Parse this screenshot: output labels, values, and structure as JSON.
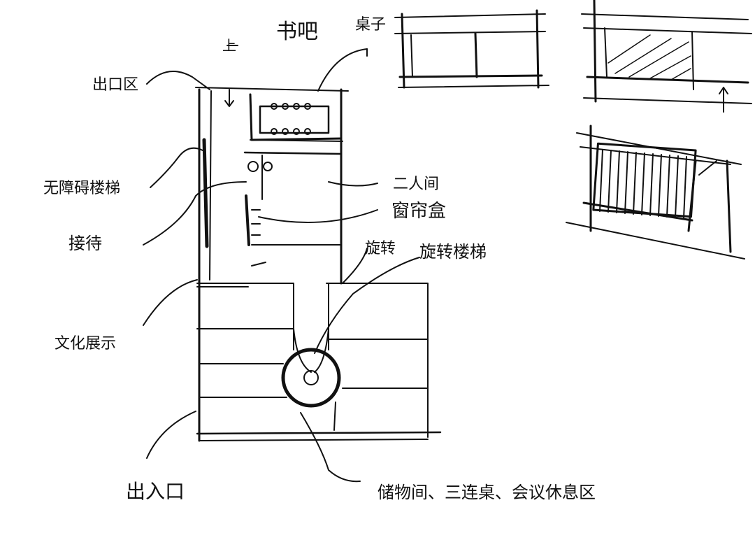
{
  "labels": {
    "top_up": "上",
    "shuba": "书吧",
    "table": "桌子",
    "entry": "出口区",
    "accessible_stairs": "无障碍楼梯",
    "reception": "接待",
    "exhibition": "文化展示",
    "guestroom": "二人间",
    "curtain_box": "窗帘盒",
    "spiral": "旋转",
    "spiral_stair": "旋转楼梯",
    "bottom_left": "出入口",
    "bottom_right": "储物间、三连桌、会议休息区"
  },
  "colors": {
    "ink": "#111111",
    "paper": "#ffffff"
  }
}
